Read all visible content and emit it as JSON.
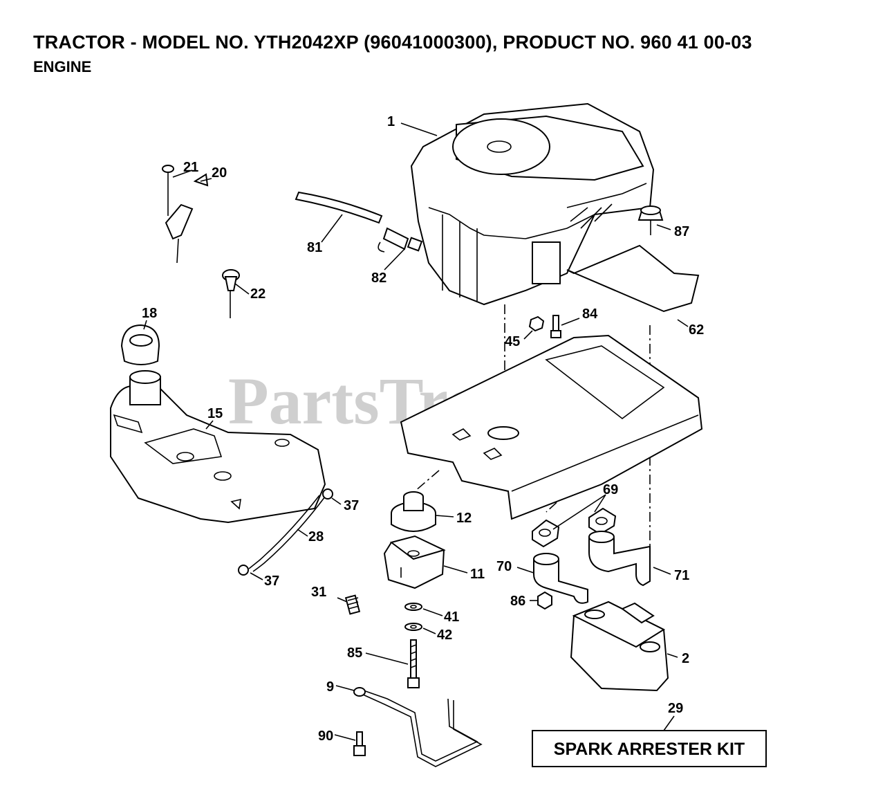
{
  "title": "TRACTOR - MODEL NO. YTH2042XP (96041000300), PRODUCT NO. 960 41 00-03",
  "subtitle": "ENGINE",
  "watermark": "PartsTree",
  "kit_box_label": "SPARK ARRESTER KIT",
  "callouts": {
    "c1": "1",
    "c2": "2",
    "c9": "9",
    "c11": "11",
    "c12": "12",
    "c15": "15",
    "c18": "18",
    "c20": "20",
    "c21": "21",
    "c22": "22",
    "c28": "28",
    "c29": "29",
    "c31": "31",
    "c37a": "37",
    "c37b": "37",
    "c41": "41",
    "c42": "42",
    "c45": "45",
    "c62": "62",
    "c69": "69",
    "c70": "70",
    "c71": "71",
    "c81": "81",
    "c82": "82",
    "c84": "84",
    "c85": "85",
    "c86": "86",
    "c87": "87",
    "c90": "90"
  },
  "colors": {
    "line": "#000000",
    "watermark": "#cfcfcf",
    "background": "#ffffff"
  }
}
